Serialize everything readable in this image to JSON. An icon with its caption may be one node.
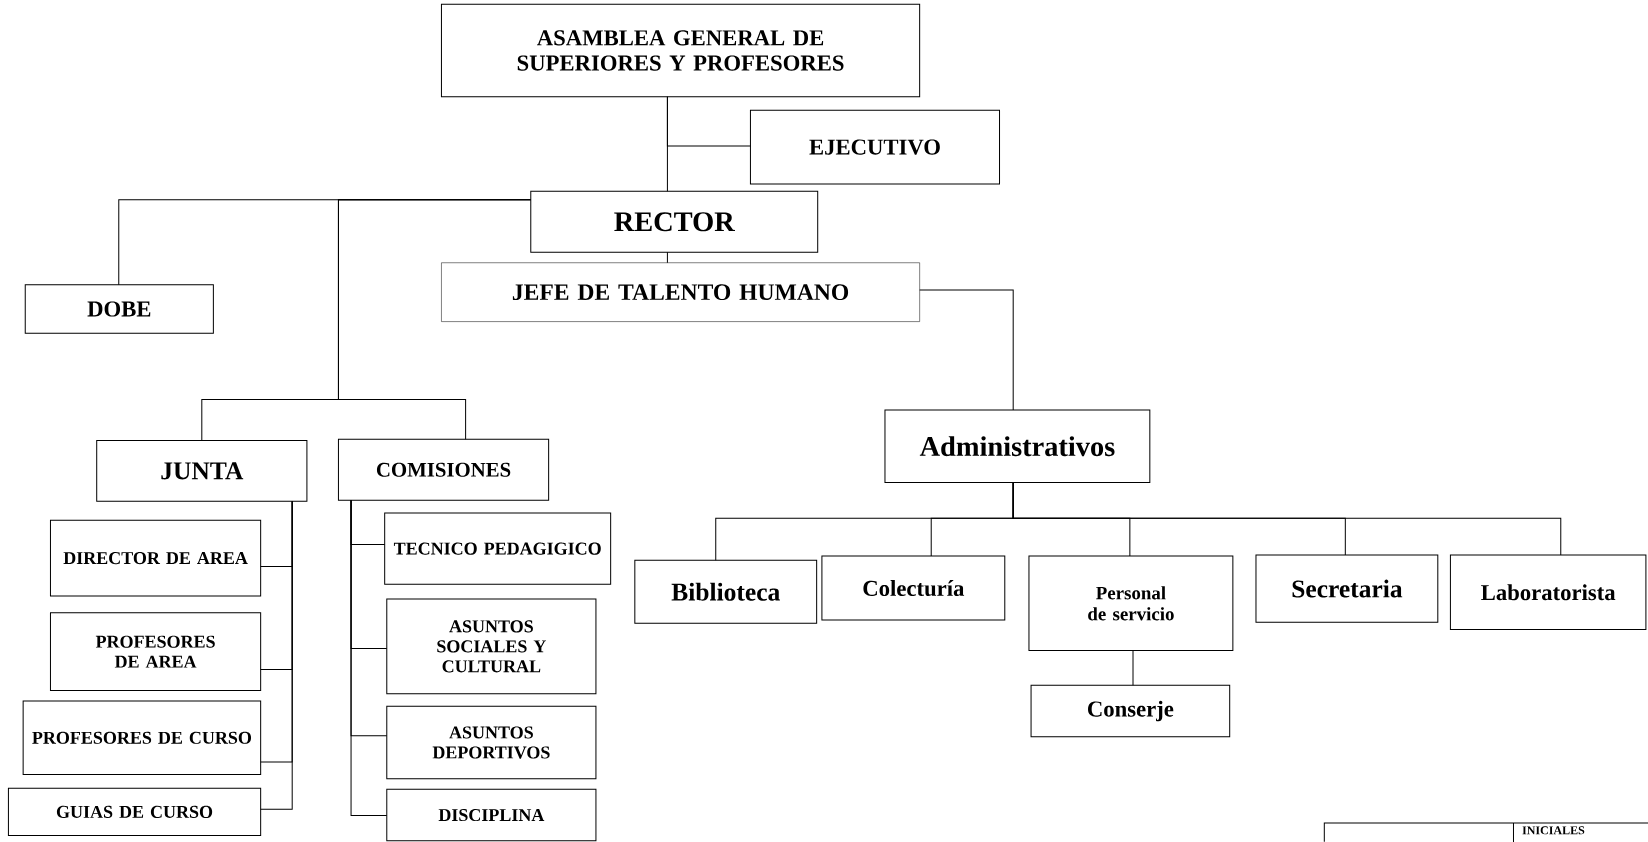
{
  "diagram": {
    "nodes": [
      {
        "text": [
          "ASAMBLEA GENERAL DE SUPERIORES Y PROFESORES"
        ]
      },
      {
        "text": [
          "EJECUTIVO"
        ]
      },
      {
        "text": [
          "RECTOR"
        ]
      },
      {
        "text": [
          "JEFE DE TALENTO HUMANO"
        ]
      },
      {
        "text": [
          "DOBE"
        ]
      },
      {
        "text": [
          "JUNTA"
        ]
      },
      {
        "text": [
          "COMISIONES"
        ]
      },
      {
        "text": [
          "DIRECTOR DE AREA"
        ]
      },
      {
        "text": [
          "PROFESORES DE AREA"
        ]
      },
      {
        "text": [
          "PROFESORES DE CURSO"
        ]
      },
      {
        "text": [
          "GUIAS DE CURSO"
        ]
      },
      {
        "text": [
          "TECNICO PEDAGIGICO"
        ]
      },
      {
        "text": [
          "ASUNTOS SOCIALES Y CULTURAL"
        ]
      },
      {
        "text": [
          "ASUNTOS DEPORTIVOS"
        ]
      },
      {
        "text": [
          "DISCIPLINA"
        ]
      },
      {
        "text": [
          "Administrativos"
        ]
      },
      {
        "text": [
          "Biblioteca"
        ]
      },
      {
        "text": [
          "Colecturía"
        ]
      },
      {
        "text": [
          "Personal de servicio"
        ]
      },
      {
        "text": [
          "Secretaria"
        ]
      },
      {
        "text": [
          "Laboratorista"
        ]
      },
      {
        "text": [
          "Conserje"
        ]
      }
    ],
    "edges": [
      {
        "from": 0,
        "to": 1,
        "arrow": "none"
      },
      {
        "from": 0,
        "to": 2,
        "arrow": "none"
      },
      {
        "from": 2,
        "to": 3,
        "arrow": "none"
      },
      {
        "from": 2,
        "to": 4,
        "arrow": "none"
      },
      {
        "from": 2,
        "to": 5,
        "arrow": "none"
      },
      {
        "from": 2,
        "to": 6,
        "arrow": "none"
      },
      {
        "from": 3,
        "to": 15,
        "arrow": "none"
      },
      {
        "from": 5,
        "to": 7,
        "arrow": "none"
      },
      {
        "from": 5,
        "to": 8,
        "arrow": "none"
      },
      {
        "from": 5,
        "to": 9,
        "arrow": "none"
      },
      {
        "from": 5,
        "to": 10,
        "arrow": "none"
      },
      {
        "from": 6,
        "to": 11,
        "arrow": "none"
      },
      {
        "from": 6,
        "to": 12,
        "arrow": "none"
      },
      {
        "from": 6,
        "to": 13,
        "arrow": "none"
      },
      {
        "from": 6,
        "to": 14,
        "arrow": "none"
      },
      {
        "from": 15,
        "to": 16,
        "arrow": "none"
      },
      {
        "from": 15,
        "to": 17,
        "arrow": "none"
      },
      {
        "from": 15,
        "to": 18,
        "arrow": "none"
      },
      {
        "from": 15,
        "to": 19,
        "arrow": "none"
      },
      {
        "from": 15,
        "to": 20,
        "arrow": "none"
      },
      {
        "from": 18,
        "to": 21,
        "arrow": "none"
      }
    ],
    "labels": [
      "INICIALES"
    ]
  }
}
